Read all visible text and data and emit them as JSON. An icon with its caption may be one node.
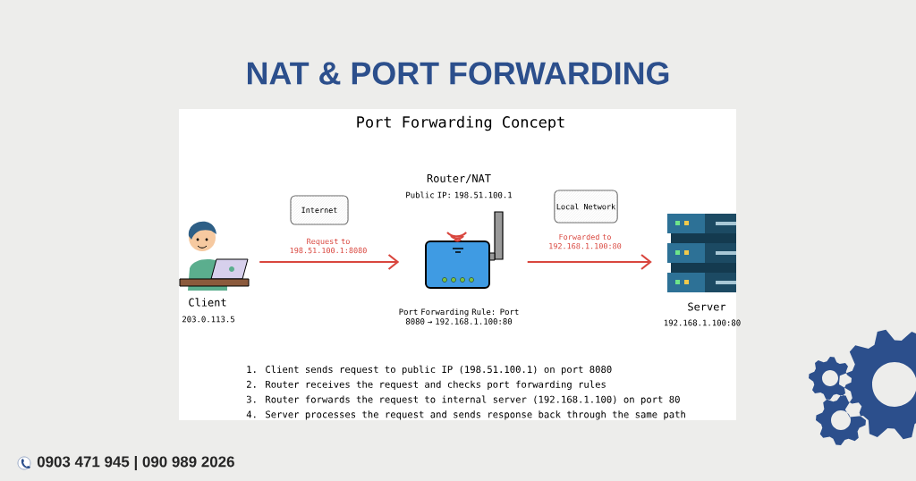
{
  "diagram": {
    "title": "NAT & PORT FORWARDING",
    "nodes": [
      {
        "text": [
          "Client"
        ],
        "beside": [
          "203.0.113.5"
        ]
      },
      {
        "text": [
          "Internet"
        ]
      },
      {
        "text": [
          "Router/NAT"
        ],
        "beside": [
          "Public IP: 198.51.100.1",
          "Port Forwarding Rule: Port 8080 → 192.168.1.100:80"
        ]
      },
      {
        "text": [
          "Local Network"
        ]
      },
      {
        "text": [
          "Server"
        ],
        "beside": [
          "192.168.1.100:80"
        ]
      }
    ],
    "edges": [
      {
        "from": 0,
        "to": 2,
        "arrow": "to",
        "label": "Request to 198.51.100.1:8080"
      },
      {
        "from": 2,
        "to": 4,
        "arrow": "to",
        "label": "Forwarded to 192.168.1.100:80"
      }
    ],
    "labels": [
      "Port Forwarding Concept",
      "1. Client sends request to public IP (198.51.100.1) on port 8080",
      "2. Router receives the request and checks port forwarding rules",
      "3. Router forwards the request to internal server (192.168.1.100) on port 80",
      "4. Server processes the request and sends response back through the same path",
      "0903 471 945  | 090 989 2026"
    ]
  }
}
